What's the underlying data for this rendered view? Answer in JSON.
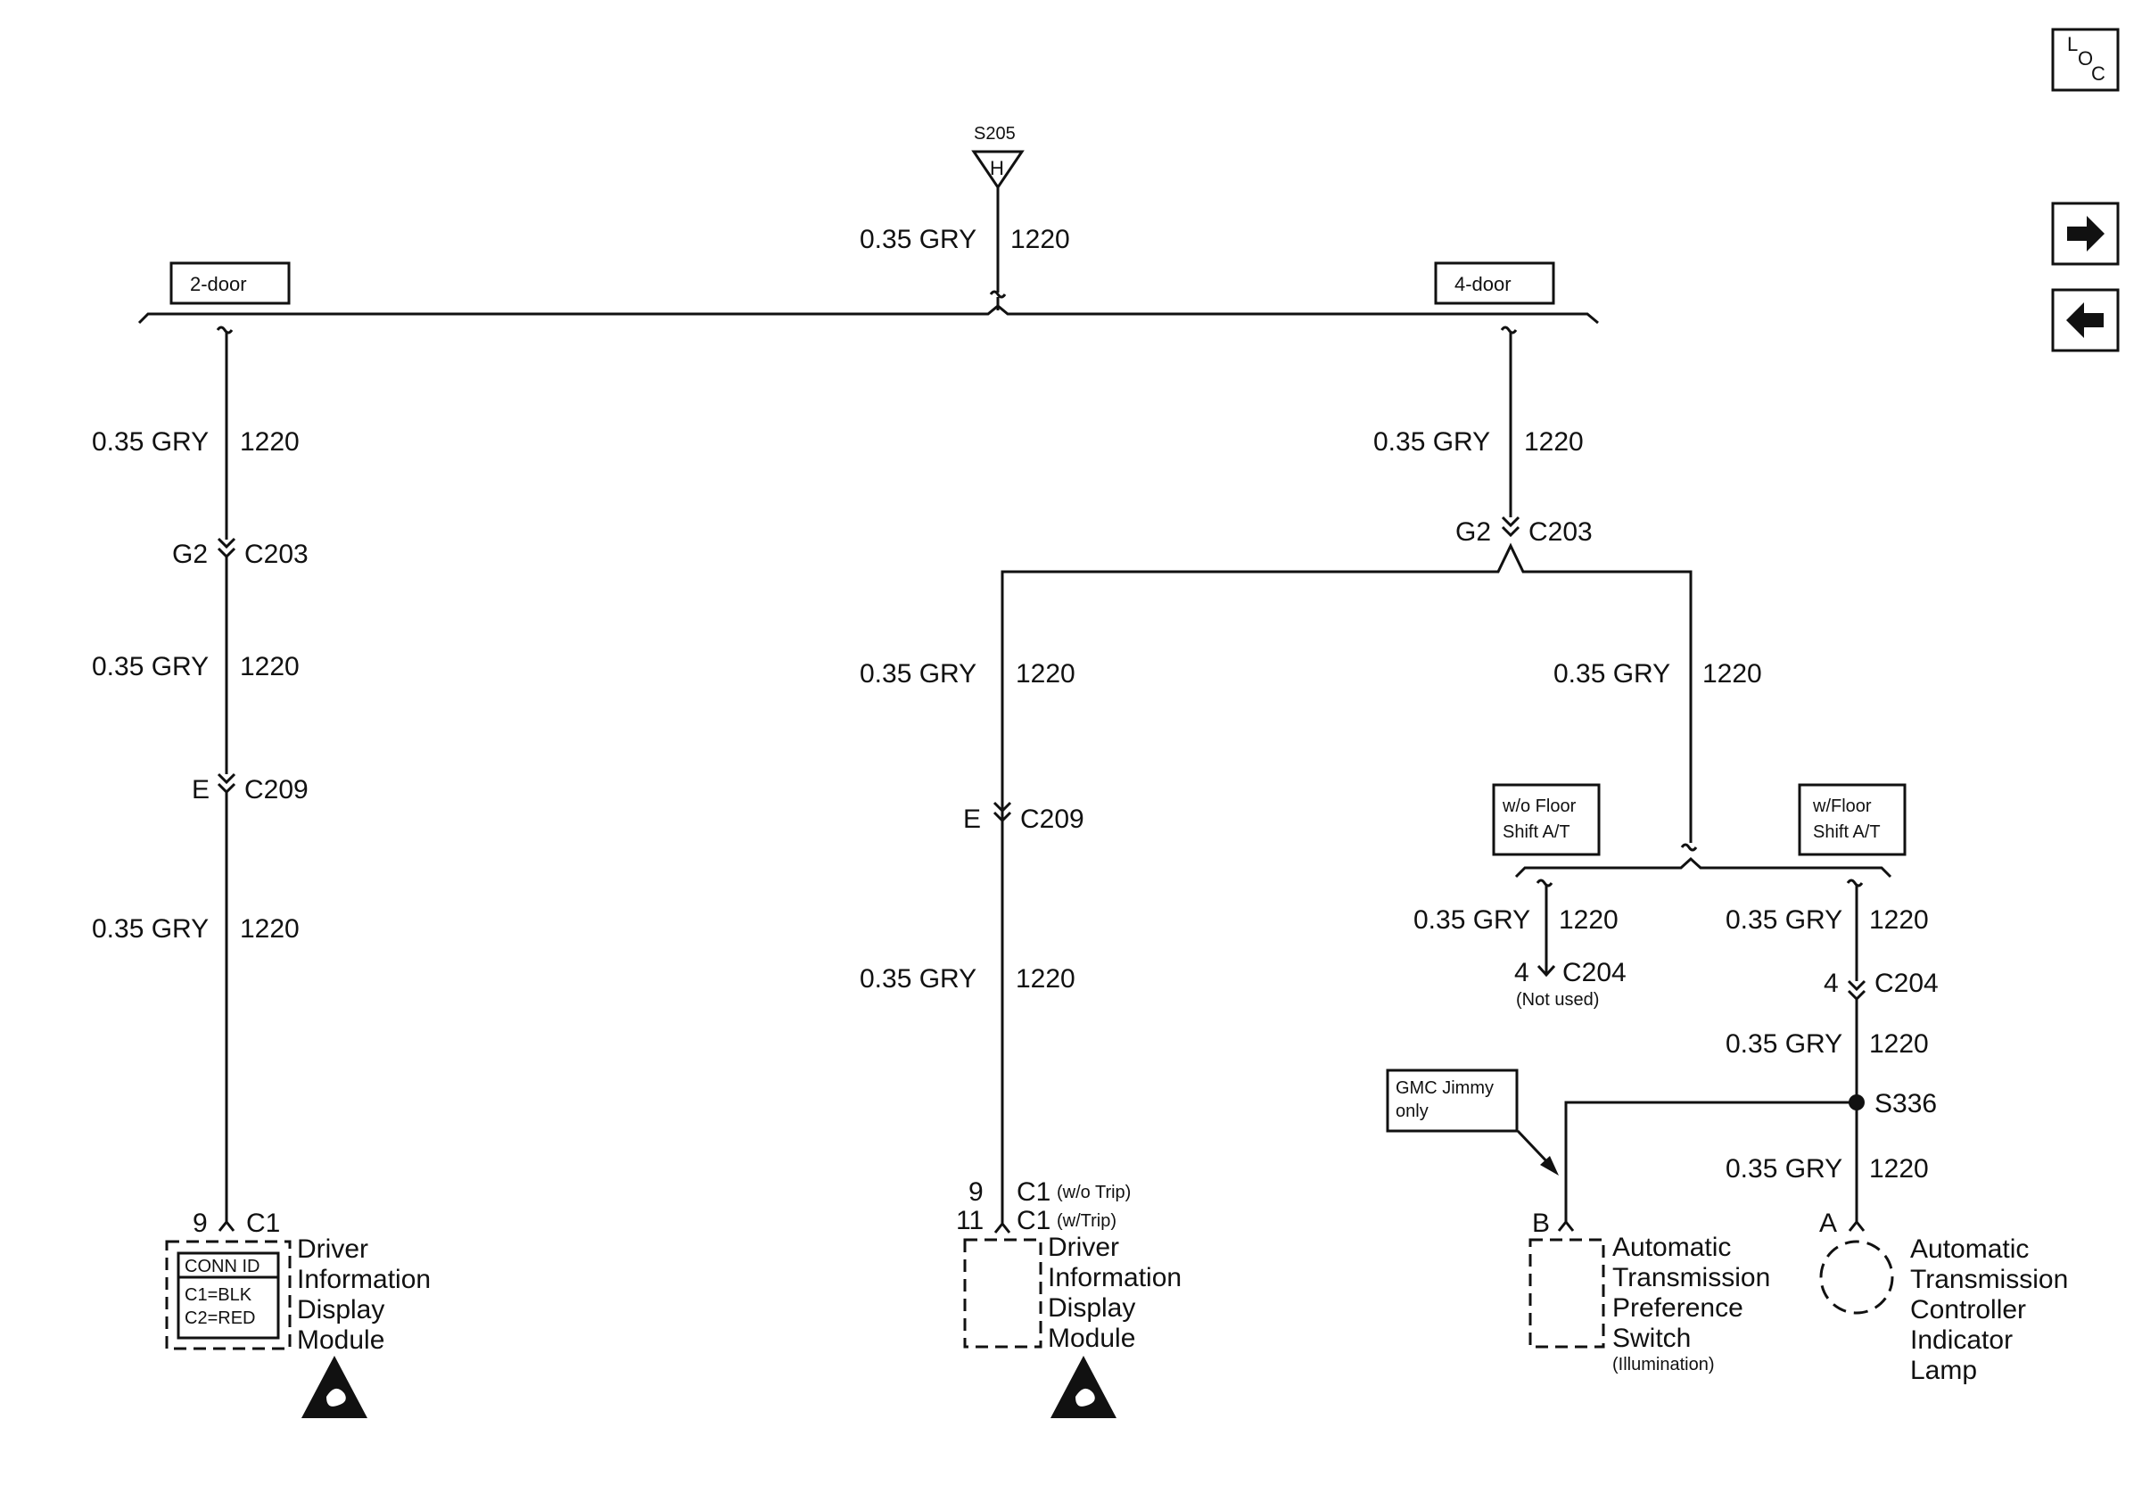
{
  "nav": {
    "loc_l": "L",
    "loc_o": "O",
    "loc_c": "C",
    "next_icon": "arrow-right",
    "prev_icon": "arrow-left"
  },
  "splice_top": {
    "label": "S205",
    "symbol": "H"
  },
  "variant_labels": {
    "two_door": "2-door",
    "four_door": "4-door"
  },
  "wire": {
    "color": "0.35 GRY",
    "circuit": "1220"
  },
  "left_branch": {
    "conn1_pin": "G2",
    "conn1": "C203",
    "conn2_pin": "E",
    "conn2": "C209",
    "module_pin": "9",
    "module_conn": "C1",
    "conn_id_title": "CONN ID",
    "conn_id_line1": "C1=BLK",
    "conn_id_line2": "C2=RED",
    "module_name": [
      "Driver",
      "Information",
      "Display",
      "Module"
    ]
  },
  "right_top_connector": {
    "pin": "G2",
    "conn": "C203"
  },
  "middle_branch": {
    "conn_pin": "E",
    "conn": "C209",
    "pin_a": "9",
    "conn_a": "C1",
    "note_a": "(w/o Trip)",
    "pin_b": "11",
    "conn_b": "C1",
    "note_b": "(w/Trip)",
    "module_name": [
      "Driver",
      "Information",
      "Display",
      "Module"
    ]
  },
  "floor_shift": {
    "wo_label": [
      "w/o Floor",
      "Shift A/T"
    ],
    "w_label": [
      "w/Floor",
      "Shift A/T"
    ],
    "left_pin": "4",
    "left_conn": "C204",
    "left_note": "(Not used)",
    "right_pin": "4",
    "right_conn": "C204",
    "splice": "S336",
    "gmc_note": [
      "GMC Jimmy",
      "only"
    ]
  },
  "switch": {
    "pin": "B",
    "name": [
      "Automatic",
      "Transmission",
      "Preference",
      "Switch"
    ],
    "note": "(Illumination)"
  },
  "lamp": {
    "pin": "A",
    "name": [
      "Automatic",
      "Transmission",
      "Controller",
      "Indicator",
      "Lamp"
    ]
  }
}
